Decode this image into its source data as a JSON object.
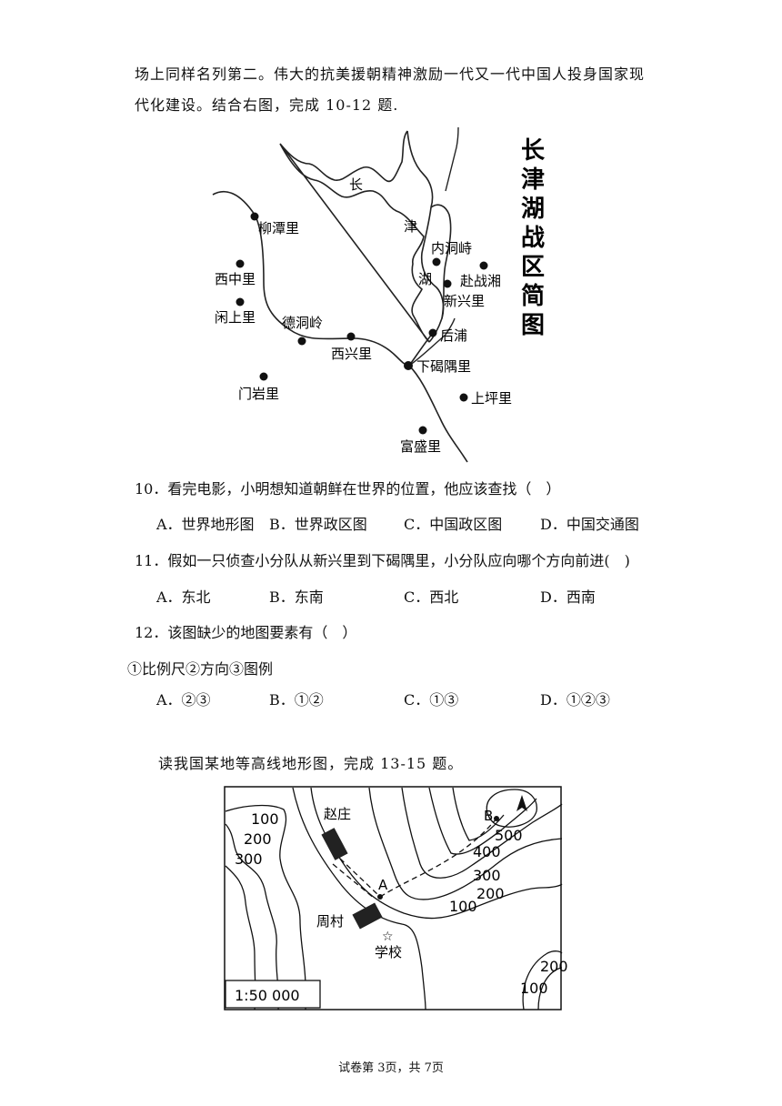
{
  "intro": {
    "line1": "场上同样名列第二。伟大的抗美援朝精神激励一代又一代中国人投身国家现",
    "line2": "代化建设。结合右图，完成 10-12 题."
  },
  "map1": {
    "title_chars": [
      "长",
      "津",
      "湖",
      "战",
      "区",
      "简",
      "图"
    ],
    "lake_chars": [
      "长",
      "津",
      "湖"
    ],
    "places": {
      "liutanli": "柳潭里",
      "xizhongli": "西中里",
      "xianshangli": "闲上里",
      "dedongling": "德洞岭",
      "xixingli": "西兴里",
      "menyanli": "门岩里",
      "neidongzhi": "内洞峙",
      "fuzhanxiang": "赴战湘",
      "xinxingli": "新兴里",
      "houpu": "后浦",
      "xiajieyuli": "下碣隅里",
      "shangpingli": "上坪里",
      "fushengli": "富盛里"
    }
  },
  "questions": [
    {
      "text": "10．看完电影，小明想知道朝鲜在世界的位置，他应该查找（　）",
      "options": [
        "A．世界地形图",
        "B．世界政区图",
        "C．中国政区图",
        "D．中国交通图"
      ]
    },
    {
      "text": "11．假如一只侦查小分队从新兴里到下碣隅里，小分队应向哪个方向前进(　)",
      "options": [
        "A．东北",
        "B．东南",
        "C．西北",
        "D．西南"
      ]
    },
    {
      "text": "12．该图缺少的地图要素有（　）",
      "sub": "①比例尺②方向③图例",
      "options": [
        "A．②③",
        "B．①②",
        "C．①③",
        "D．①②③"
      ]
    }
  ],
  "intro2": "读我国某地等高线地形图，完成 13-15 题。",
  "map2": {
    "zhaozhuang": "赵庄",
    "zhoucun": "周村",
    "school": "学校",
    "point_a": "A",
    "point_b": "B",
    "scale": "1:50 000",
    "contours": [
      "100",
      "200",
      "300",
      "400",
      "500",
      "300",
      "200",
      "100",
      "200",
      "100"
    ]
  },
  "footer": "试卷第 3页，共 7页"
}
